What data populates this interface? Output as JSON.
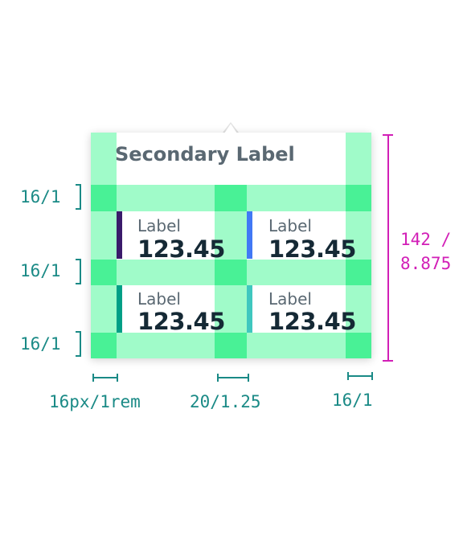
{
  "tooltip": {
    "secondary_label": "Secondary Label",
    "items": [
      {
        "label": "Label",
        "value": "123.45",
        "color": "#3a1a6b"
      },
      {
        "label": "Label",
        "value": "123.45",
        "color": "#4178f5"
      },
      {
        "label": "Label",
        "value": "123.45",
        "color": "#009f86"
      },
      {
        "label": "Label",
        "value": "123.45",
        "color": "#3fc7bf"
      }
    ]
  },
  "annotations": {
    "row_gap_1": "16/1",
    "row_gap_2": "16/1",
    "row_gap_3": "16/1",
    "height_line1": "142 /",
    "height_line2": "8.875",
    "left_pad": "16px/1rem",
    "column_gap": "20/1.25",
    "right_pad": "16/1"
  },
  "colors": {
    "spacing_overlay": "#48f798",
    "annotation_teal": "#1a8a86",
    "annotation_magenta": "#d21fb7"
  }
}
